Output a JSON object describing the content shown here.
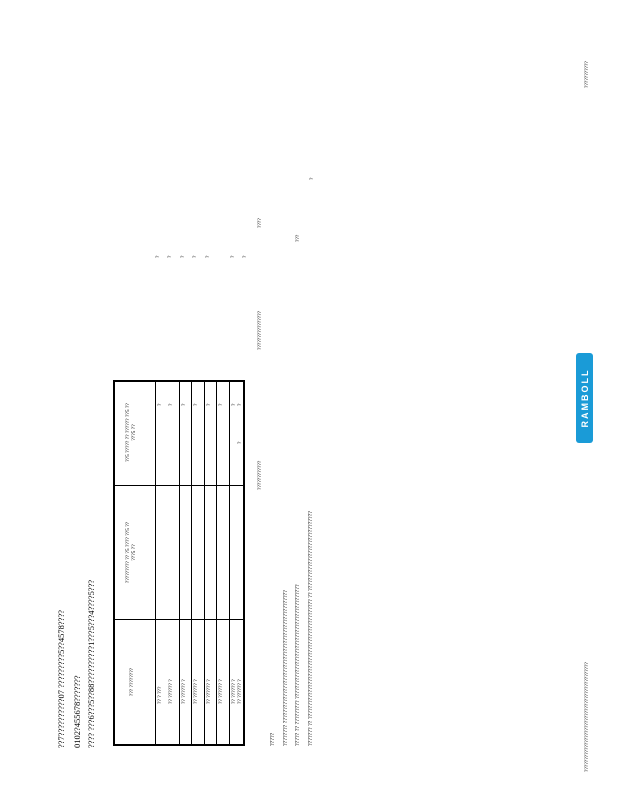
{
  "heading": {
    "line1": "??7??????????07  ?????????5??4578????",
    "line2": "0102?455678???????",
    "line3": "????  ???6???5??88??????????1???5???4????5???"
  },
  "table": {
    "col1_header": "??? ????????",
    "col2_header_line1": "????????? ?? ?5 ???? ??5 ??",
    "col2_header_line2": "???5 ??",
    "col3_header_line1": "??5 ?????  ?? ?????? ??5 ??",
    "col3_header_line2": "???5 ??",
    "rows": [
      {
        "c1": "?? ?   ???",
        "c2": "",
        "c3": "?"
      },
      {
        "c1": "?? ?????? ?",
        "c2": "",
        "c3": "?"
      },
      {
        "c1": "?? ?????? ?",
        "c2": "",
        "c3": "?"
      },
      {
        "c1": "?? ?????? ?",
        "c2": "",
        "c3": "?"
      },
      {
        "c1": "?? ?????? ?",
        "c2": "",
        "c3": "?"
      },
      {
        "c1": "?? ?????? ?",
        "c2": "",
        "c3": "?"
      },
      {
        "c1": "?? ?????? ?",
        "c2": "",
        "c3": "?"
      },
      {
        "c1": "?? ?????? ?",
        "c2": "?",
        "c3": "?"
      }
    ],
    "below_left": "????????????",
    "below_right": "????????????????"
  },
  "side_marks": [
    "?",
    "?",
    "?",
    "?",
    "?",
    "?",
    "?"
  ],
  "side_note_a": "????",
  "side_note_b": "???",
  "side_note_c": "?",
  "notes": {
    "n1": "?????",
    "n2": "????????   ??????????????????????????????????????????????????",
    "n3": "?????  ??   ?????????   ???????????????????????????????????????????",
    "n4": "??????? ??  ?????????????????????????????????????????????   ??   ??????????????????????????????"
  },
  "footer_left": "?????????????????????????????????????????????",
  "header_right": "???????????",
  "logo": {
    "text": "RAMBOLL",
    "color": "#1a9bd7"
  }
}
